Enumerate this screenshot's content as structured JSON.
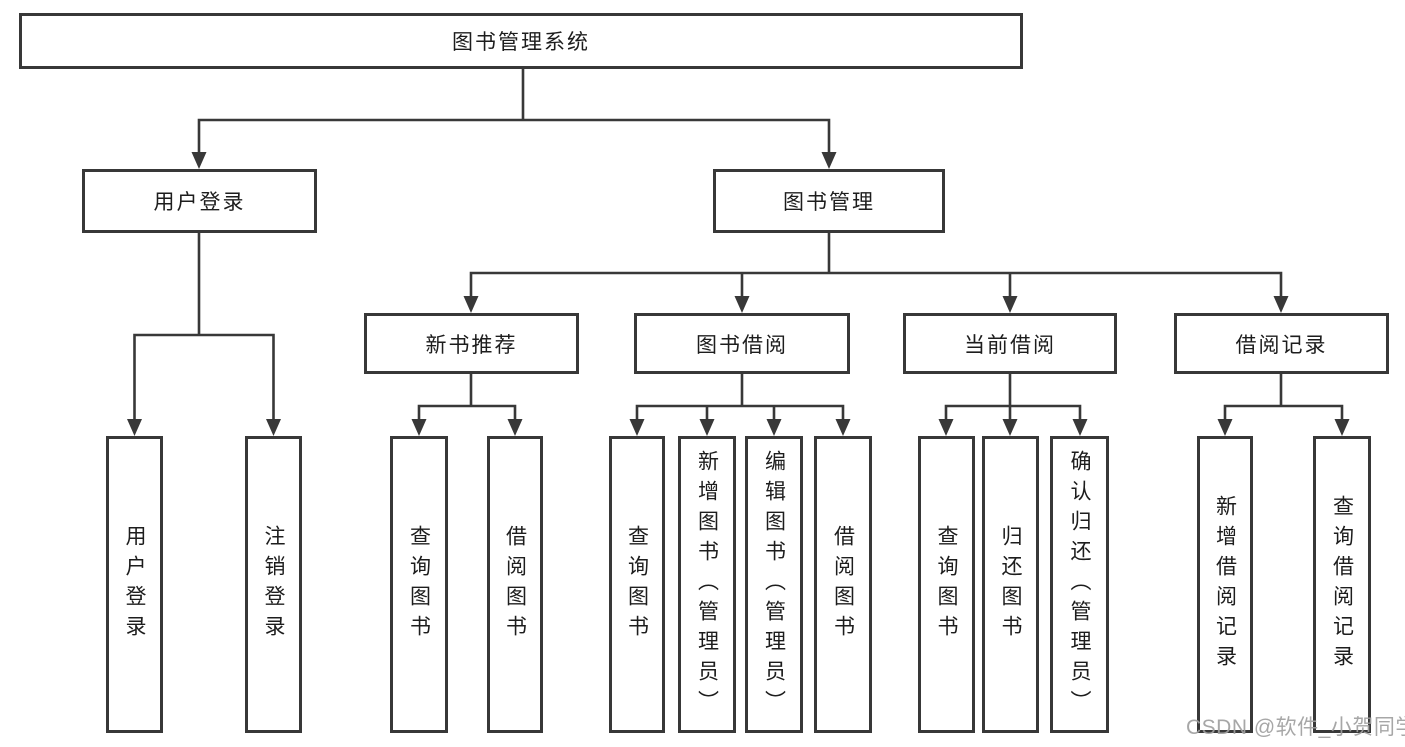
{
  "diagram": {
    "type": "hierarchy-flowchart",
    "title": "图书管理系统",
    "watermark": "CSDN @软件_小贺同学",
    "colors": {
      "line": "#383838",
      "box_border": "#383838",
      "box_fill": "#ffffff",
      "text": "#1d1d1d",
      "watermark": "#a0a0a0"
    },
    "nodes": {
      "root": {
        "label": "图书管理系统",
        "children": [
          "user_login",
          "book_mgmt"
        ]
      },
      "user_login": {
        "label": "用户登录",
        "children": [
          "login",
          "logout"
        ]
      },
      "book_mgmt": {
        "label": "图书管理",
        "children": [
          "new_book_rec",
          "book_borrow",
          "current_borrow",
          "borrow_records"
        ]
      },
      "new_book_rec": {
        "label": "新书推荐",
        "children": [
          "rec_query_book",
          "rec_borrow_book"
        ]
      },
      "book_borrow": {
        "label": "图书借阅",
        "children": [
          "bb_query",
          "bb_add",
          "bb_edit",
          "bb_borrow"
        ]
      },
      "current_borrow": {
        "label": "当前借阅",
        "children": [
          "cb_query",
          "cb_return",
          "cb_confirm"
        ]
      },
      "borrow_records": {
        "label": "借阅记录",
        "children": [
          "br_add",
          "br_query"
        ]
      },
      "login": {
        "label": "用户登录"
      },
      "logout": {
        "label": "注销登录"
      },
      "rec_query_book": {
        "label": "查询图书"
      },
      "rec_borrow_book": {
        "label": "借阅图书"
      },
      "bb_query": {
        "label": "查询图书"
      },
      "bb_add": {
        "label": "新增图书（管理员）"
      },
      "bb_edit": {
        "label": "编辑图书（管理员）"
      },
      "bb_borrow": {
        "label": "借阅图书"
      },
      "cb_query": {
        "label": "查询图书"
      },
      "cb_return": {
        "label": "归还图书"
      },
      "cb_confirm": {
        "label": "确认归还（管理员）"
      },
      "br_add": {
        "label": "新增借阅记录"
      },
      "br_query": {
        "label": "查询借阅记录"
      }
    }
  }
}
